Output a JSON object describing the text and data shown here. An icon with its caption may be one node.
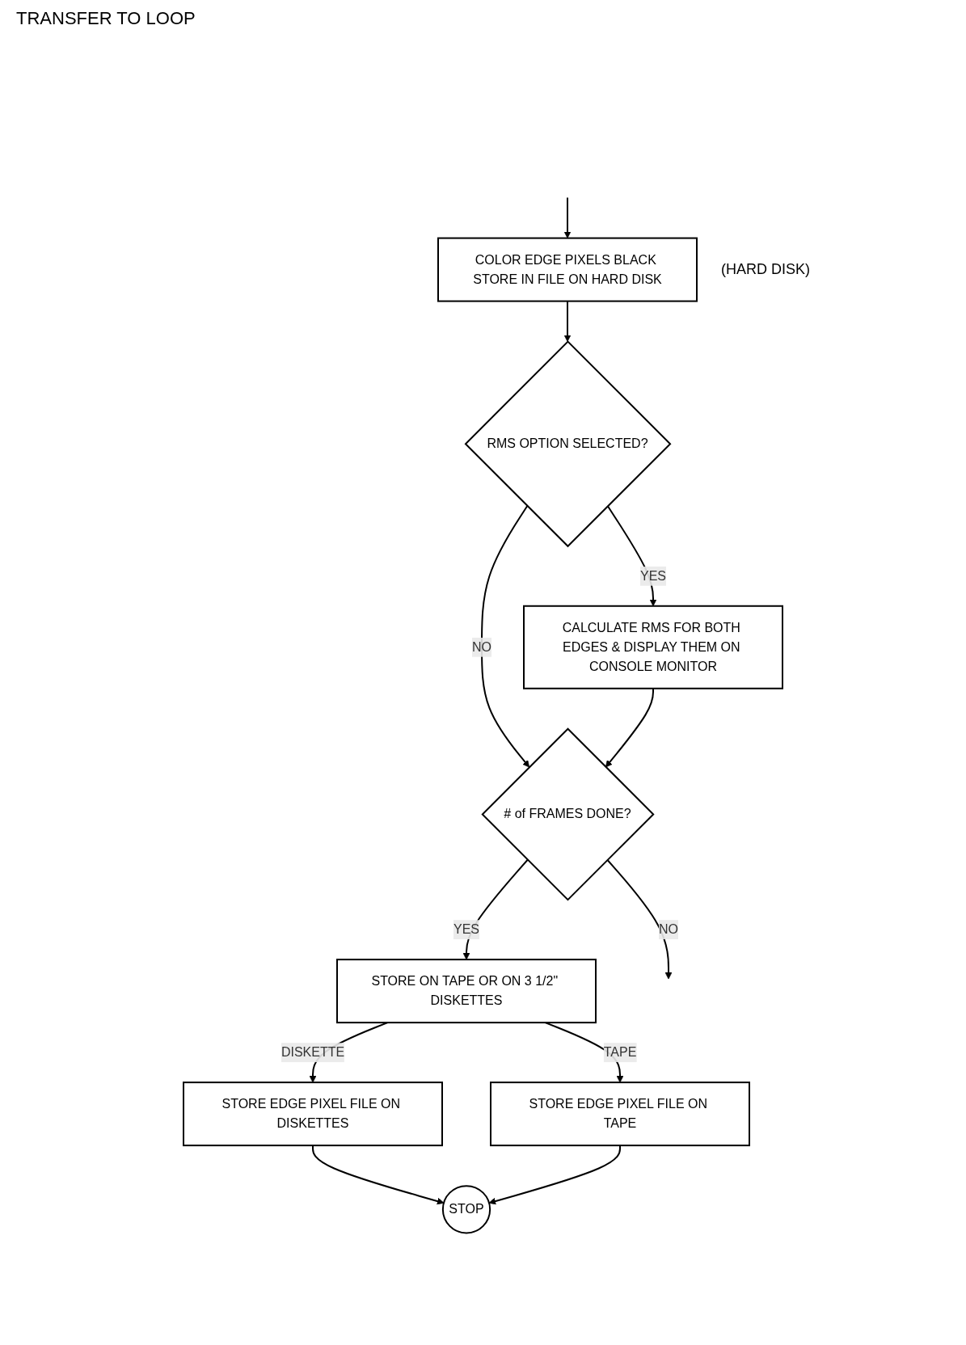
{
  "diagram": {
    "nodes": [
      {
        "text": [
          "COLOR EDGE PIXELS BLACK STORE IN FILE ON HARD DISK"
        ],
        "beside": [
          "(HARD DISK)"
        ]
      },
      {
        "text": [
          "RMS OPTION SELECTED?"
        ]
      },
      {
        "text": [
          "CALCULATE RMS FOR BOTH EDGES & DISPLAY THEM ON CONSOLE MONITOR"
        ]
      },
      {
        "text": [
          "# of FRAMES DONE?"
        ]
      },
      {
        "text": [
          "STORE ON TAPE OR ON 3 1/2\" DISKETTES"
        ]
      },
      {
        "text": [
          "STORE EDGE PIXEL FILE ON TAPE"
        ]
      },
      {
        "text": [
          "STORE EDGE PIXEL FILE ON DISKETTES"
        ]
      },
      {
        "text": [
          "STOP"
        ]
      }
    ],
    "edges": [
      {
        "from": null,
        "to": 0,
        "arrow": "to"
      },
      {
        "from": 0,
        "to": 1,
        "arrow": "to"
      },
      {
        "from": 1,
        "to": 2,
        "label": "YES",
        "arrow": "to"
      },
      {
        "from": 1,
        "to": 3,
        "label": "NO",
        "arrow": "to"
      },
      {
        "from": 2,
        "to": 3,
        "arrow": "to"
      },
      {
        "from": 3,
        "to": null,
        "label": "NO",
        "arrow": "to"
      },
      {
        "from": 3,
        "to": 4,
        "label": "YES",
        "arrow": "to"
      },
      {
        "from": 4,
        "to": 5,
        "label": "TAPE",
        "arrow": "to"
      },
      {
        "from": 4,
        "to": 6,
        "label": "DISKETTE",
        "arrow": "to"
      },
      {
        "from": 6,
        "to": 7,
        "arrow": "to"
      },
      {
        "from": 5,
        "to": 7,
        "arrow": "to"
      }
    ],
    "labels": [
      "TRANSFER TO LOOP"
    ]
  }
}
